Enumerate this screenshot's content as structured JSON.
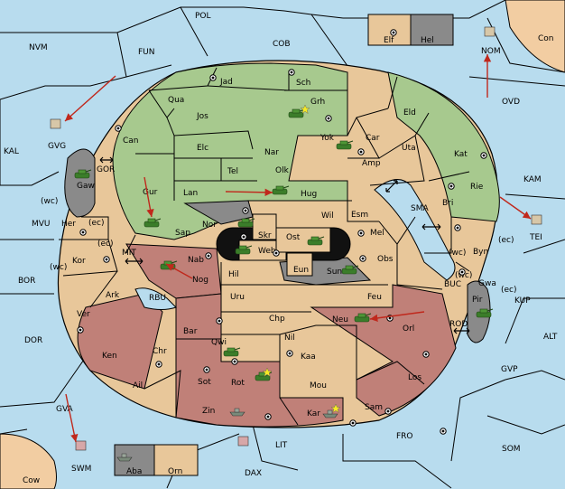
{
  "colors": {
    "sea": "#b8dcee",
    "land_neutral": "#e8c79a",
    "land_green": "#a7c98e",
    "land_red": "#c08078",
    "land_gray": "#8a8a8a",
    "corner": "#f2cda2",
    "arrow": "#c0281c",
    "unit": "#3b7d2a",
    "star": "#f5ea26"
  },
  "seas": [
    "POL",
    "NVM",
    "FUN",
    "COB",
    "OVD",
    "KAL",
    "GOR",
    "MVU",
    "BOR",
    "MIT",
    "RBU",
    "DOR",
    "GVA",
    "SWM",
    "LIT",
    "DAX",
    "FRO",
    "SOM",
    "GVP",
    "ALT",
    "KUP",
    "BUC",
    "ROD",
    "SMA",
    "KAM",
    "NOM",
    "TEI",
    "GVG"
  ],
  "seas_labels": {
    "POL": "POL",
    "NVM": "NVM",
    "FUN": "FUN",
    "COB": "COB",
    "OVD": "OVD",
    "KAL": "KAL",
    "GOR": "GOR",
    "MVU": "MVU",
    "BOR": "BOR",
    "MIT": "MIT",
    "RBU": "RBU",
    "DOR": "DOR",
    "GVA": "GVA",
    "SWM": "SWM",
    "LIT": "LIT",
    "DAX": "DAX",
    "FRO": "FRO",
    "SOM": "SOM",
    "GVP": "GVP",
    "ALT": "ALT",
    "KUP": "KUP",
    "BUC": "BUC",
    "ROD": "ROD",
    "SMA": "SMA",
    "KAM": "KAM",
    "NOM": "NOM",
    "TEI": "TEI",
    "GVG": "GVG"
  },
  "provinces": {
    "Jad": "Jad",
    "Sch": "Sch",
    "Qua": "Qua",
    "Jos": "Jos",
    "Grh": "Grh",
    "Can": "Can",
    "Eld": "Eld",
    "Yok": "Yok",
    "Car": "Car",
    "Elc": "Elc",
    "Nar": "Nar",
    "Uta": "Uta",
    "Kat": "Kat",
    "Tel": "Tel",
    "Olk": "Olk",
    "Amp": "Amp",
    "Gaw": "Gaw",
    "Gur": "Gur",
    "Lan": "Lan",
    "Hug": "Hug",
    "Rie": "Rie",
    "Bri": "Bri",
    "Nor": "Nor",
    "Wil": "Wil",
    "Esm": "Esm",
    "Her": "Her",
    "Sap": "Sap",
    "Skr": "Skr",
    "Ost": "Ost",
    "Mel": "Mel",
    "Web": "Web",
    "Byn": "Byn",
    "Kor": "Kor",
    "Nab": "Nab",
    "Obs": "Obs",
    "Hil": "Hil",
    "Eun": "Eun",
    "Sun": "Sun",
    "Gwa": "Gwa",
    "Ark": "Ark",
    "Nog": "Nog",
    "Uru": "Uru",
    "Feu": "Feu",
    "Pir": "Pir",
    "Ver": "Ver",
    "Chp": "Chp",
    "Neu": "Neu",
    "Bar": "Bar",
    "Orl": "Orl",
    "Nil": "Nil",
    "Qwi": "Qwi",
    "Ken": "Ken",
    "Chr": "Chr",
    "Kaa": "Kaa",
    "Los": "Los",
    "Rot": "Rot",
    "Sot": "Sot",
    "Ail": "Ail",
    "Mou": "Mou",
    "Sam": "Sam",
    "Zin": "Zin",
    "Kar": "Kar",
    "Elf": "Elf",
    "Hel": "Hel",
    "Con": "Con",
    "Cow": "Cow",
    "Aba": "Aba",
    "Orn": "Orn"
  },
  "coast_marks": {
    "wc": "(wc)",
    "ec": "(ec)"
  }
}
